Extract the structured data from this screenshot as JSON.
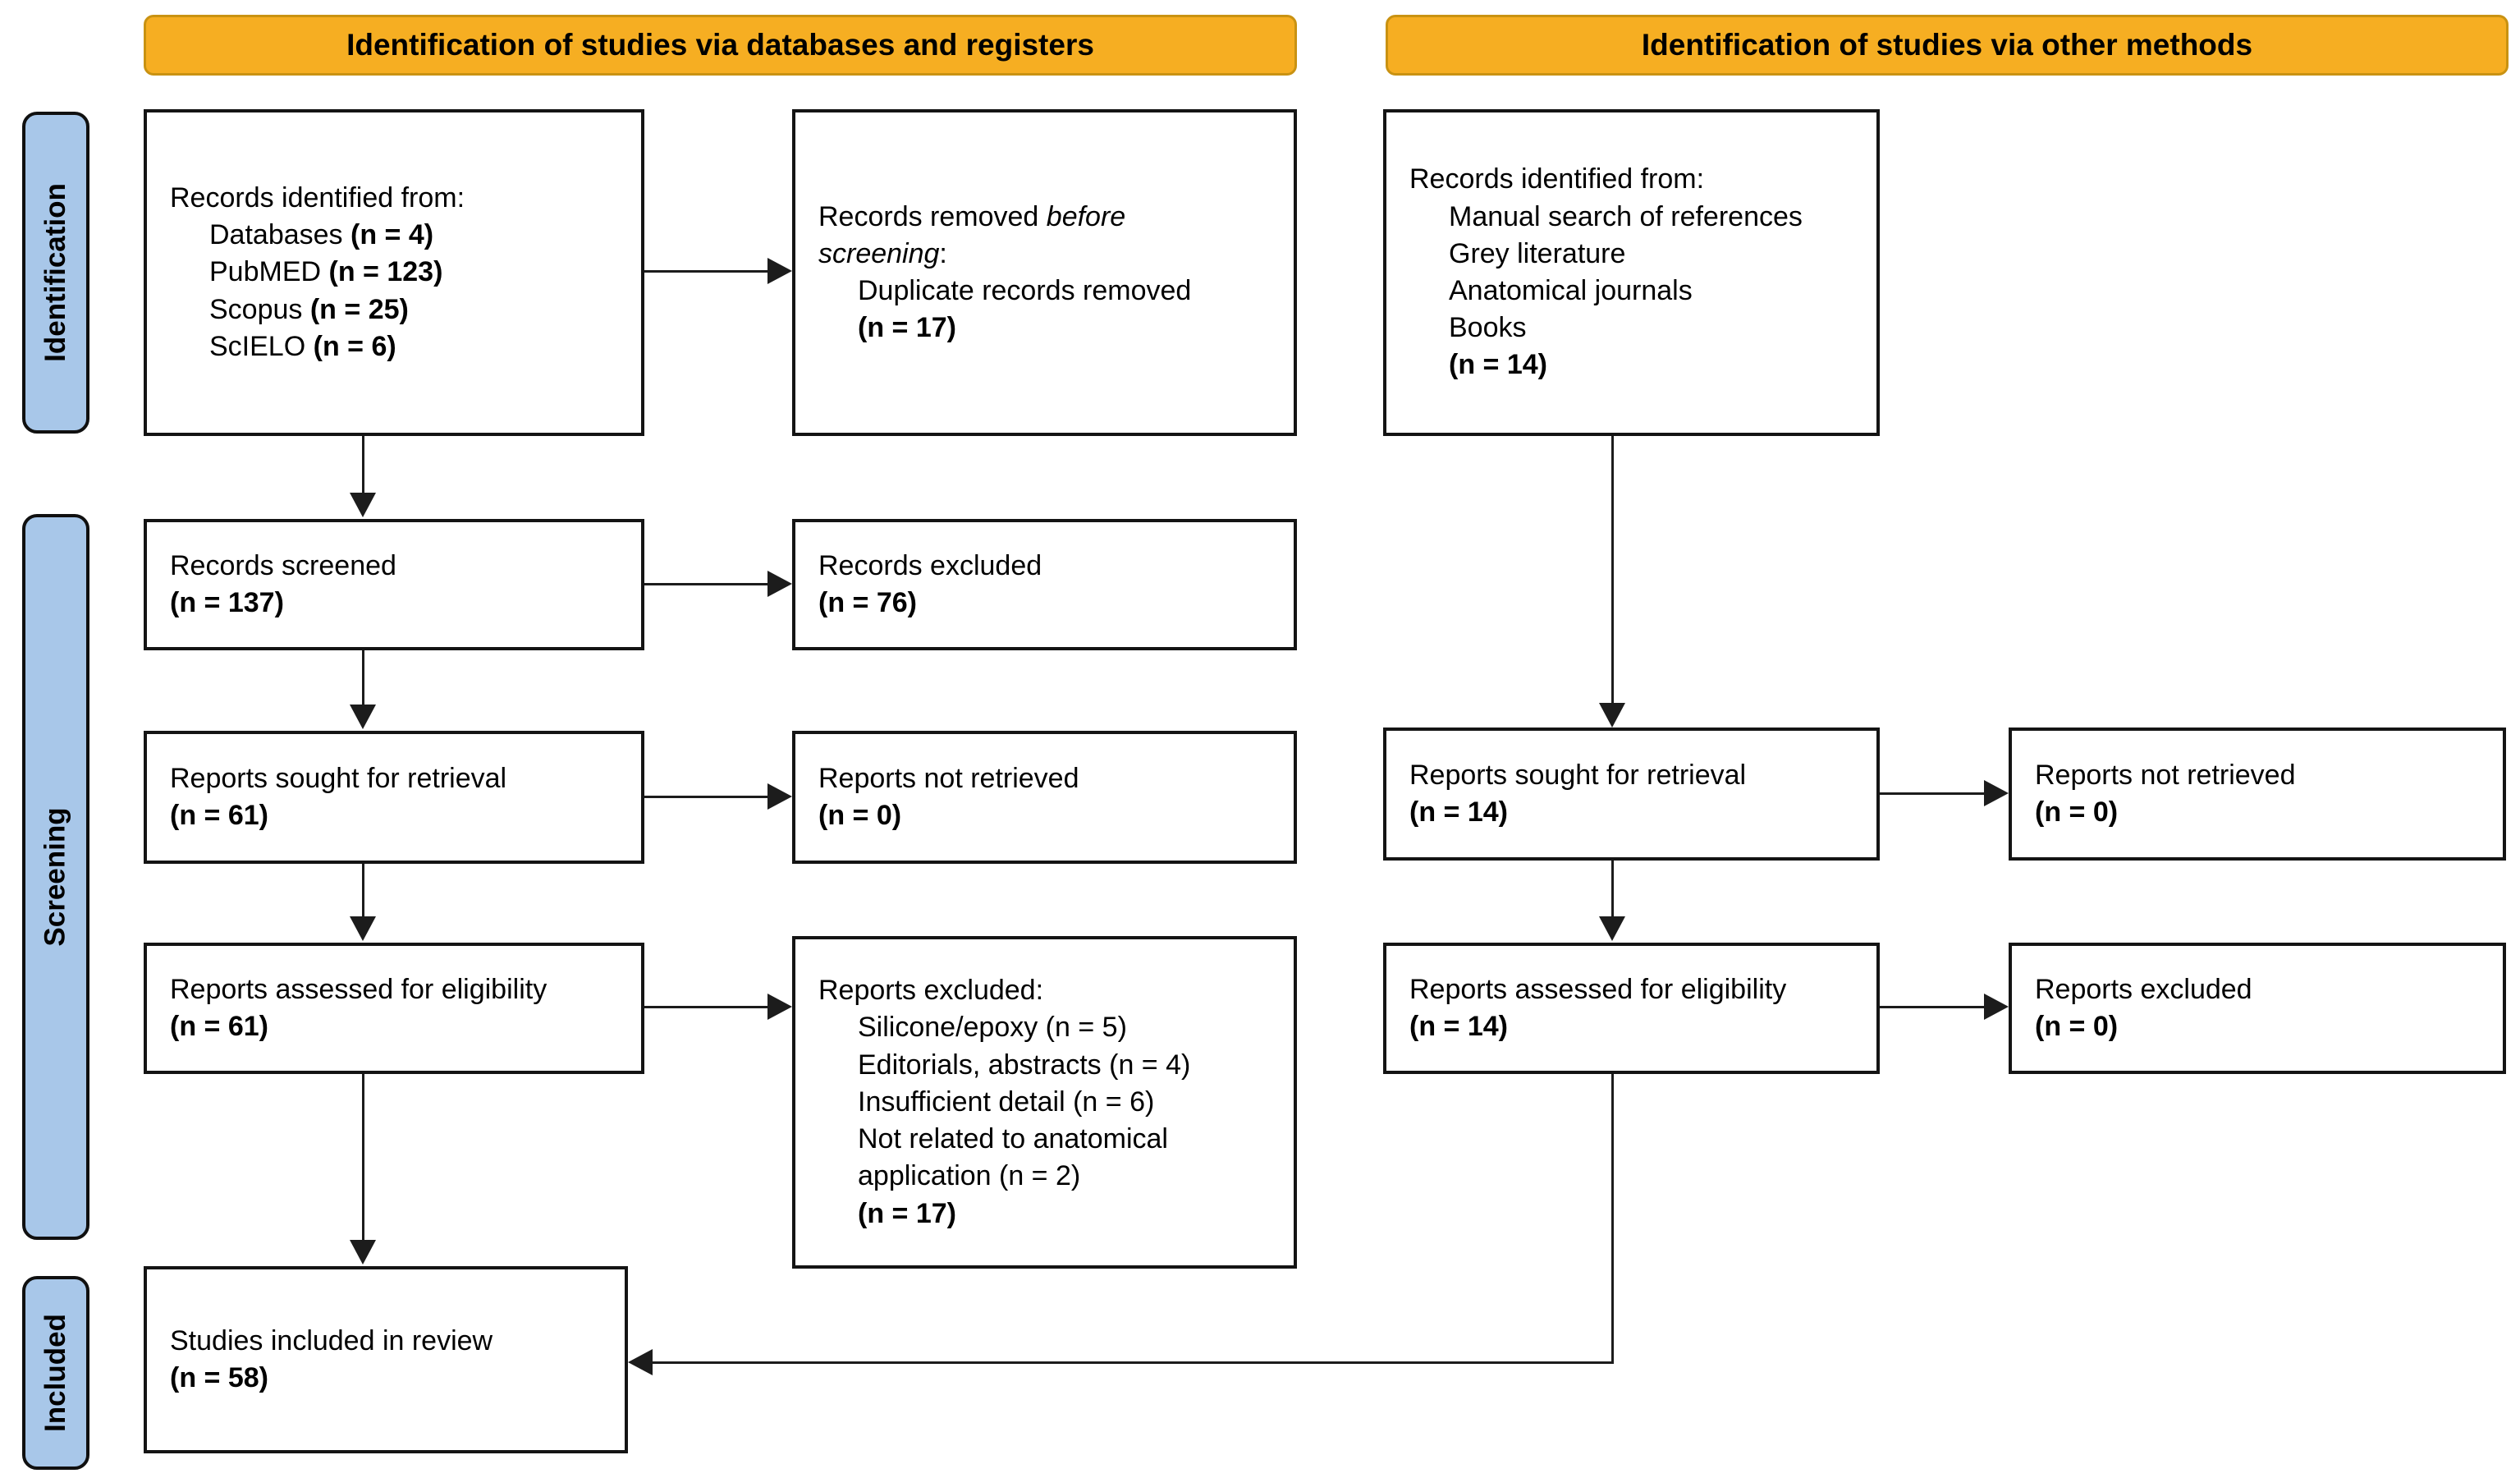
{
  "diagram_type": "PRISMA flow diagram",
  "colors": {
    "header_fill": "#F6AE22",
    "header_border": "#C99212",
    "stage_fill": "#A8C7E9",
    "line": "#1c1c1c"
  },
  "headers": {
    "databases": "Identification of studies via databases and registers",
    "other_methods": "Identification of studies via other methods"
  },
  "stages": {
    "identification": "Identification",
    "screening": "Screening",
    "included": "Included"
  },
  "boxes": {
    "records_identified_db": {
      "title": "Records identified from:",
      "items": [
        {
          "label": "Databases",
          "count": "(n = 4)"
        },
        {
          "label": "PubMED",
          "count": "(n = 123)"
        },
        {
          "label": "Scopus",
          "count": "(n = 25)"
        },
        {
          "label": "ScIELO",
          "count": "(n = 6)"
        }
      ]
    },
    "records_removed": {
      "line1_regular": "Records removed",
      "line1_italic": "before screening",
      "line1_end": ":",
      "item": "Duplicate records removed",
      "count": "(n = 17)"
    },
    "records_identified_other": {
      "title": "Records identified from:",
      "items": [
        "Manual search of references",
        "Grey literature",
        "Anatomical journals",
        "Books"
      ],
      "count": "(n = 14)"
    },
    "records_screened": {
      "label": "Records screened",
      "count": "(n = 137)"
    },
    "records_excluded": {
      "label": "Records excluded",
      "count": "(n = 76)"
    },
    "reports_sought_db": {
      "label": "Reports sought for retrieval",
      "count": "(n = 61)"
    },
    "reports_not_retrieved_db": {
      "label": "Reports not retrieved",
      "count": "(n = 0)"
    },
    "reports_sought_other": {
      "label": "Reports sought for retrieval",
      "count": "(n = 14)"
    },
    "reports_not_retrieved_other": {
      "label": "Reports not retrieved",
      "count": "(n = 0)"
    },
    "reports_assessed_db": {
      "label": "Reports assessed for eligibility",
      "count": "(n = 61)"
    },
    "reports_excluded_db": {
      "title": "Reports excluded:",
      "items": [
        "Silicone/epoxy (n = 5)",
        "Editorials, abstracts (n = 4)",
        "Insufficient detail (n = 6)",
        "Not related to anatomical application (n = 2)"
      ],
      "count": "(n = 17)"
    },
    "reports_assessed_other": {
      "label": "Reports assessed for eligibility",
      "count": "(n = 14)"
    },
    "reports_excluded_other": {
      "label": "Reports excluded",
      "count": "(n = 0)"
    },
    "studies_included": {
      "label": "Studies included in review",
      "count": "(n = 58)"
    }
  }
}
